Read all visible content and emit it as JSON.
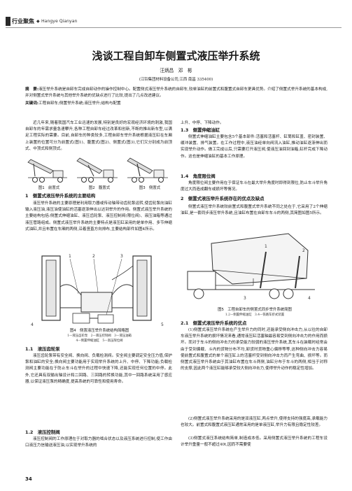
{
  "header": {
    "logo_text": "行业聚焦",
    "diamond": "◆",
    "column": "Hangye Qianyan"
  },
  "title": "浅谈工程自卸车侧置式液压举升系统",
  "authors": "汪炳昌　邓　彬",
  "affiliation": "(江铃集团材料设备公司,江西 南昌 335400)",
  "abstract": {
    "label": "摘　要:",
    "text": "液压举升系统是自卸车完成自卸动作的操作控制中心。配置侧式液压举升系统的自卸车,较单油缸的前置式和腹置式自卸车更具优势。介绍了侧置式举升系统的基本构成,并对侧置式举升系统与其他举升系统的优缺点进行了比较,提出了几点改进建议。",
    "keywords_label": "关键词:",
    "keywords": "工程自卸车;侧置举升系统;液压举升;结构与配置"
  },
  "left": {
    "intro": "近几年来,随着我国汽车工业迅速的发展,特别是良好的宏观经济环境的刺激,我国自卸车的年需求量急速攀升,各种工程自卸车经过改革和创新,不断的推出新车型,以满足工程实际的需要。目前,自卸车的种类较多,工程自卸车举升系统根据液压缸在车厢上装置的位置可分为前置式(图1)、腹置式(图2)、侧置式(图3),它们又分别成为前顶式、中顶式和侧顶式。",
    "fig1": "图1　前置式",
    "fig2": "图2　腹置式",
    "fig3": "图3　侧置式",
    "sec1": "1　侧置式液压举升系统的主要结构",
    "sec1_text": "液压举升系统的主要原理是利用取力器或传动轴带动齿轮泵运转,使齿轮泵向油缸输入液压油,液压油使油缸的活塞逐渐伸出以达到举升的作用。侧置式液压举升系统的主要结构包括:侧置式伸缩油缸、液压齿轮泵、液压控制阀(限位阀)、液压油箱等通过液压管路组成。侧置式液压举升系统的主要特点是液压缸采用的是单作用、多节伸缩式油缸,并且布置在车厢的两侧,沿着竖直方向排布,主要结构部件如图4所示。",
    "fig4": "图4　侧置液压举升系统结构简略图",
    "fig4_sub1": "1—液压齿轮泵　2—液压控制阀　3—液压油箱",
    "fig4_sub2": "4—侧置伸缩油缸　5—高压限位阀",
    "s11": "1.1　液压齿轮泵",
    "s11_text": "液压齿轮泵带有安全阀、换向阀、负载检测阀。安全阀主要调定安全压力值,保护泵和油缸的安全;换向阀主要功能用于实现举升系统的上升、中停、下降功能;负载检测阀主要功能在于防止车斗在举升的过程中快速下降,还能实现任何位置的中停。此外,它还具有双输出轴设计和二回路、三回路的转换功能,其中一回路系统采用了感应器,以保证液压泵的精确度,提高系统的可靠性和使用寿命。",
    "s12": "1.2　液压控制阀",
    "s12_text": "液压控制阀的工作原理在于对取力器的啮合状态以及液压系统进行控制,使工作由口液压力信输送液压油,以实现举升系统的"
  },
  "right": {
    "p1": "上升、中停、下降动作。",
    "s13": "1.3　侧置伸缩油缸",
    "s13_text": "侧置式伸缩油缸主要包含5个基本部件:活塞和活塞杆、缸筒和缸盖、密封装置、缓冲装置、排气装置。在工作过程中,液压油经单向阀流入油缸,推动油缸逐渐伸出而实现举升动作。做工完成以后,只需要打开液压阀,使液压油回到油箱,缸杆完成下降动作。这也是伸缩油缸的基本工作原理。",
    "s14": "1.4　角度限位阀",
    "s14_text": "角度限位阀主要作用在于保证车斗在最大举升角度时即得到限位,防止车斗举升角度过大而造成翻车或损坏等情况。",
    "sec2": "2　侧置式液压举升系统存在的优点及缺点",
    "sec2_text": "侧置式液压举升系统较前置式和腹置式举升系统不同之处在于,它采用了2个伸缩油缸,是一套同步液压举升系统,且油缸布置在自卸车车斗的两侧,其简图如图5所示。",
    "fig5": "图5　工程自卸车的侧置式同步举升系统简图",
    "fig5_sub": "1.2—侧置伸缩油缸　3.4—铁路车挤式装置",
    "s21": "2.1　侧置式液压举升系统的优点",
    "s21_text1": "(1)侧置式液压举升系统在产生举升力的同时,还能承受侧向冲击力,从以往的自卸车液压举升系统的损坏情况来看,通常液压缸活塞轴最容易受到侧向冲击力的作用而损坏。而对于车斗的侧向冲击力的承受能力较弱的液压举升系统,其车斗在装载时经常会由于受到偏载、斗内的货物分布不均,卸货时货物重心偏移等等,这种侧向冲击力容易使前置式和腹置式的单个液压缸上的活塞杆受到侧向冲击力而产生弯曲、损坏等。而侧置式液压举升系统由于其油缸布置在车斗两侧,油缸分布于车斗的两侧,相当于对称的支撑,因此两个液压缸能够承受较大侧向冲击力,使得举升动作的稳定性增加。",
    "s21_text2": "(2)侧置式液压举升系统采用的是双液压缸,两点举升,使得支持的强度高,承载能力也较大。前置式和腹置式液压缸通常采用的是单液压缸,举升力有限且稳定性较差。",
    "s21_text3": "(3)侧置式液压系统结构简单,制造成本低。采用侧置式液压举升系统的工程车设计举升重量一般不超过40t,因而不需要使"
  },
  "page_number": "34"
}
